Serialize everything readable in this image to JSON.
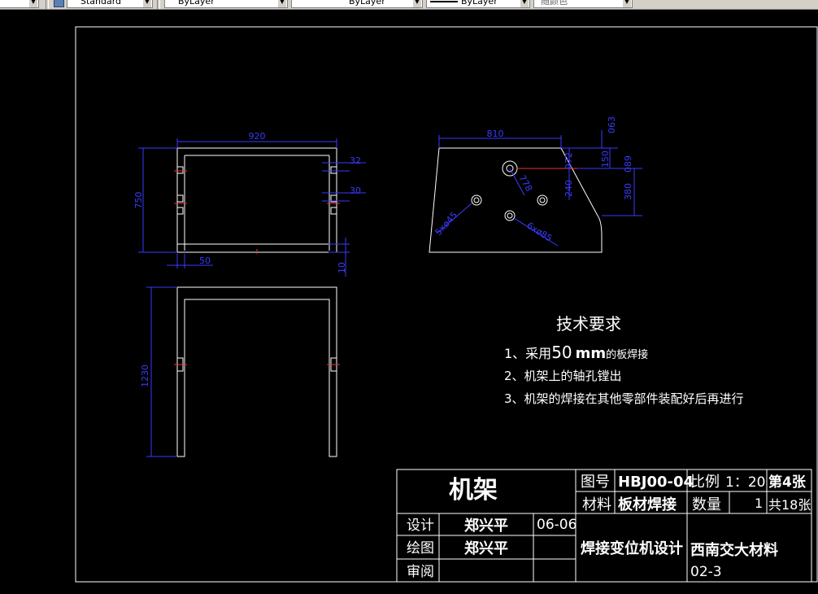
{
  "toolbar": {
    "text_style": "Standard",
    "layer": "ByLayer",
    "linetype": "ByLayer",
    "lineweight": "ByLayer",
    "color": "随颜色"
  },
  "dims": {
    "front_width": "920",
    "front_height": "750",
    "tab_32": "32",
    "tab_30": "30",
    "bottom_50": "50",
    "bottom_10": "10",
    "side_height": "1230",
    "plate_width": "810",
    "right_063": "063",
    "right_150": "150",
    "right_072": "072",
    "right_380": "380",
    "right_089": "089",
    "right_240": "240",
    "angle_778": "778",
    "holes_left": "5xø45",
    "holes_right": "6xø85"
  },
  "notes": {
    "title": "技术要求",
    "line1_prefix": "1、采用",
    "line1_num": "50",
    "line1_mm": "mm",
    "line1_suffix": "的板焊接",
    "line2": "2、机架上的轴孔镗出",
    "line3": "3、机架的焊接在其他零部件装配好后再进行"
  },
  "title_block": {
    "part_name": "机架",
    "drawing_no_label": "图号",
    "drawing_no": "HBJ00-04",
    "scale_label": "比例",
    "scale": "1：20",
    "sheet": "第4张",
    "material_label": "材料",
    "material": "板材焊接",
    "qty_label": "数量",
    "qty": "1",
    "total": "共18张",
    "design_label": "设计",
    "design_name": "郑兴平",
    "date": "06-06",
    "drawn_label": "绘图",
    "drawn_name": "郑兴平",
    "review_label": "审阅",
    "project": "焊接变位机设计",
    "school": "西南交大材料",
    "class": "02-3"
  }
}
